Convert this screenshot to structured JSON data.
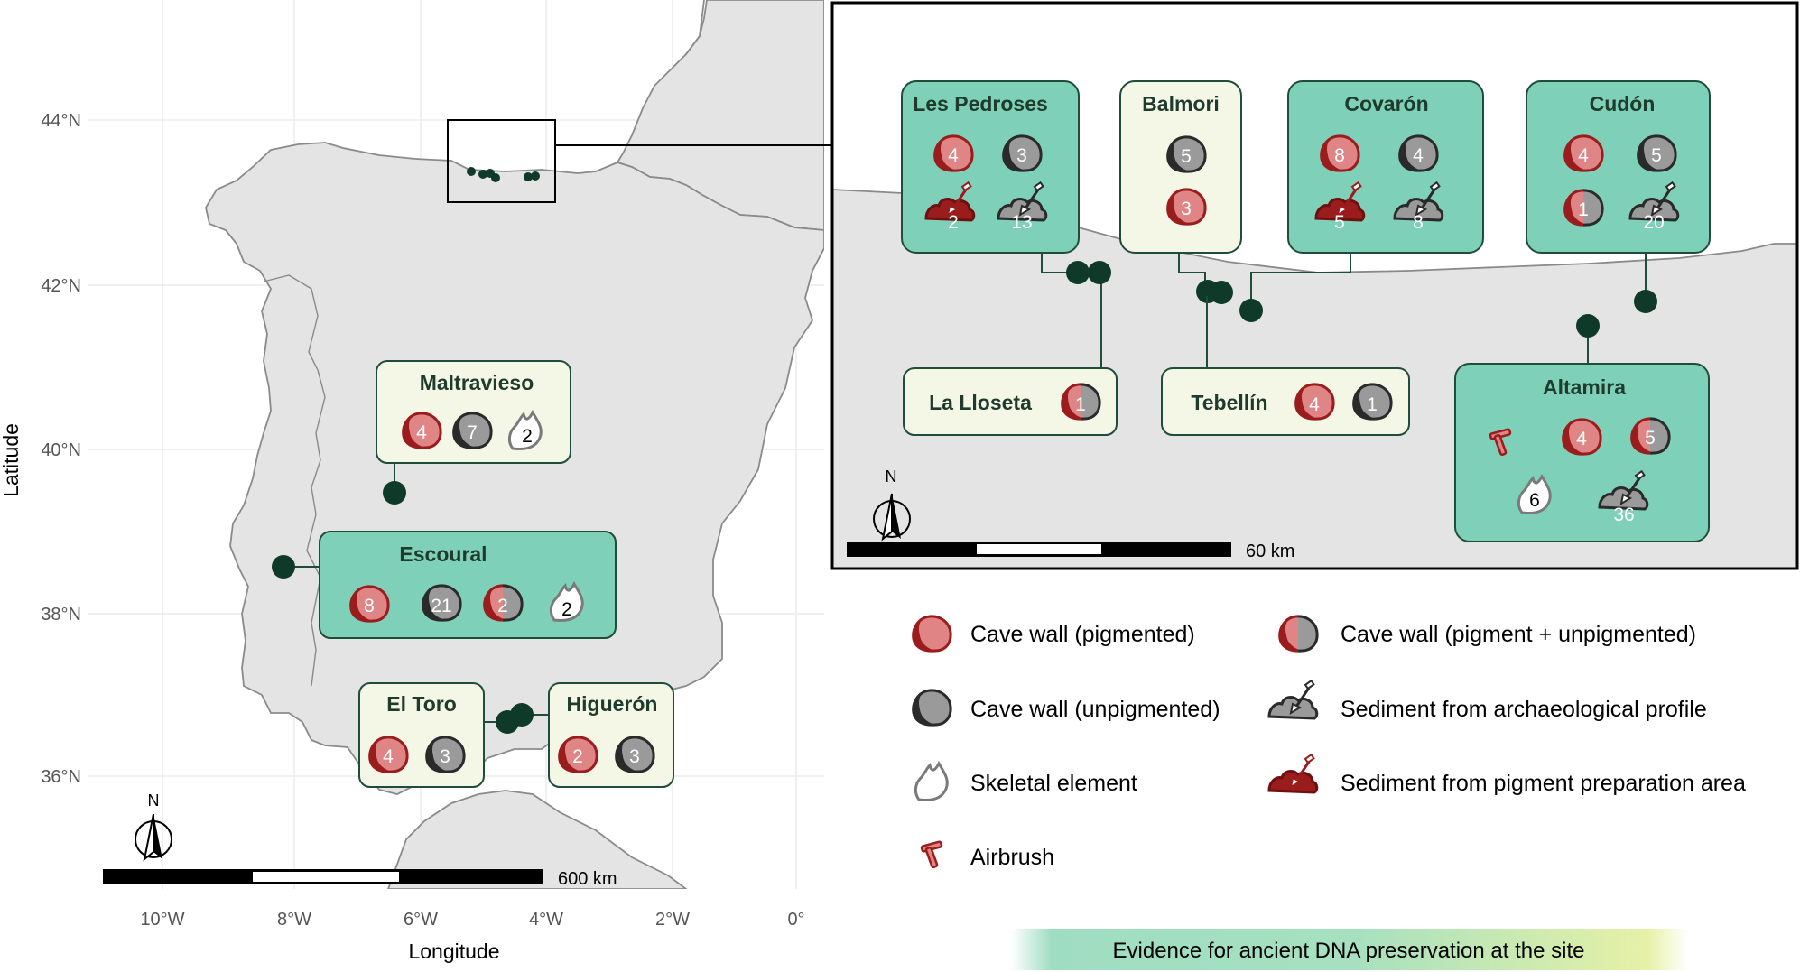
{
  "axes": {
    "xlabel": "Longitude",
    "ylabel": "Latitude",
    "x_ticks": [
      "10°W",
      "8°W",
      "6°W",
      "4°W",
      "2°W",
      "0°"
    ],
    "y_ticks": [
      "44°N",
      "42°N",
      "40°N",
      "38°N",
      "36°N"
    ]
  },
  "main_map": {
    "north_label": "N",
    "scale_label": "600 km",
    "sites": {
      "maltravieso": {
        "name": "Maltravieso",
        "counts": [
          "4",
          "7",
          "2"
        ]
      },
      "escoural": {
        "name": "Escoural",
        "counts": [
          "8",
          "21",
          "2",
          "2"
        ]
      },
      "el_toro": {
        "name": "El Toro",
        "counts": [
          "4",
          "3"
        ]
      },
      "higueron": {
        "name": "Higuerón",
        "counts": [
          "2",
          "3"
        ]
      }
    }
  },
  "inset_map": {
    "north_label": "N",
    "scale_label": "60 km",
    "sites": {
      "les_pedroses": {
        "name": "Les Pedroses",
        "counts": [
          "4",
          "3",
          "2",
          "13"
        ]
      },
      "balmori": {
        "name": "Balmori",
        "counts": [
          "5",
          "3"
        ]
      },
      "covaron": {
        "name": "Covarón",
        "counts": [
          "8",
          "4",
          "5",
          "8"
        ]
      },
      "cudon": {
        "name": "Cudón",
        "counts": [
          "4",
          "5",
          "1",
          "20"
        ]
      },
      "la_lloseta": {
        "name": "La Lloseta",
        "counts": [
          "1"
        ]
      },
      "tebellin": {
        "name": "Tebellín",
        "counts": [
          "4",
          "1"
        ]
      },
      "altamira": {
        "name": "Altamira",
        "counts": [
          "4",
          "5",
          "6",
          "36"
        ]
      }
    }
  },
  "legend": {
    "cave_wall_pigmented": "Cave wall (pigmented)",
    "cave_wall_unpigmented": "Cave wall (unpigmented)",
    "skeletal_element": "Skeletal element",
    "airbrush": "Airbrush",
    "cave_wall_mixed": "Cave wall (pigment + unpigmented)",
    "sediment_profile": "Sediment from archaeological profile",
    "sediment_pigment_area": "Sediment from pigment preparation area",
    "evidence_bar": "Evidence for ancient DNA preservation at the site"
  },
  "colors": {
    "land": "#e4e4e4",
    "coast": "#8a8a8a",
    "site_dot": "#0f3a2a",
    "positive_box": "#7fd0b8",
    "negative_box": "#f4f6e6",
    "box_border": "#1f4d3a",
    "pigment_fill": "#e08585",
    "pigment_dark": "#9b1c1c",
    "unpigmented_fill": "#9a9a9a",
    "unpigmented_dark": "#2a2a2a",
    "skeletal_fill": "#ffffff"
  }
}
